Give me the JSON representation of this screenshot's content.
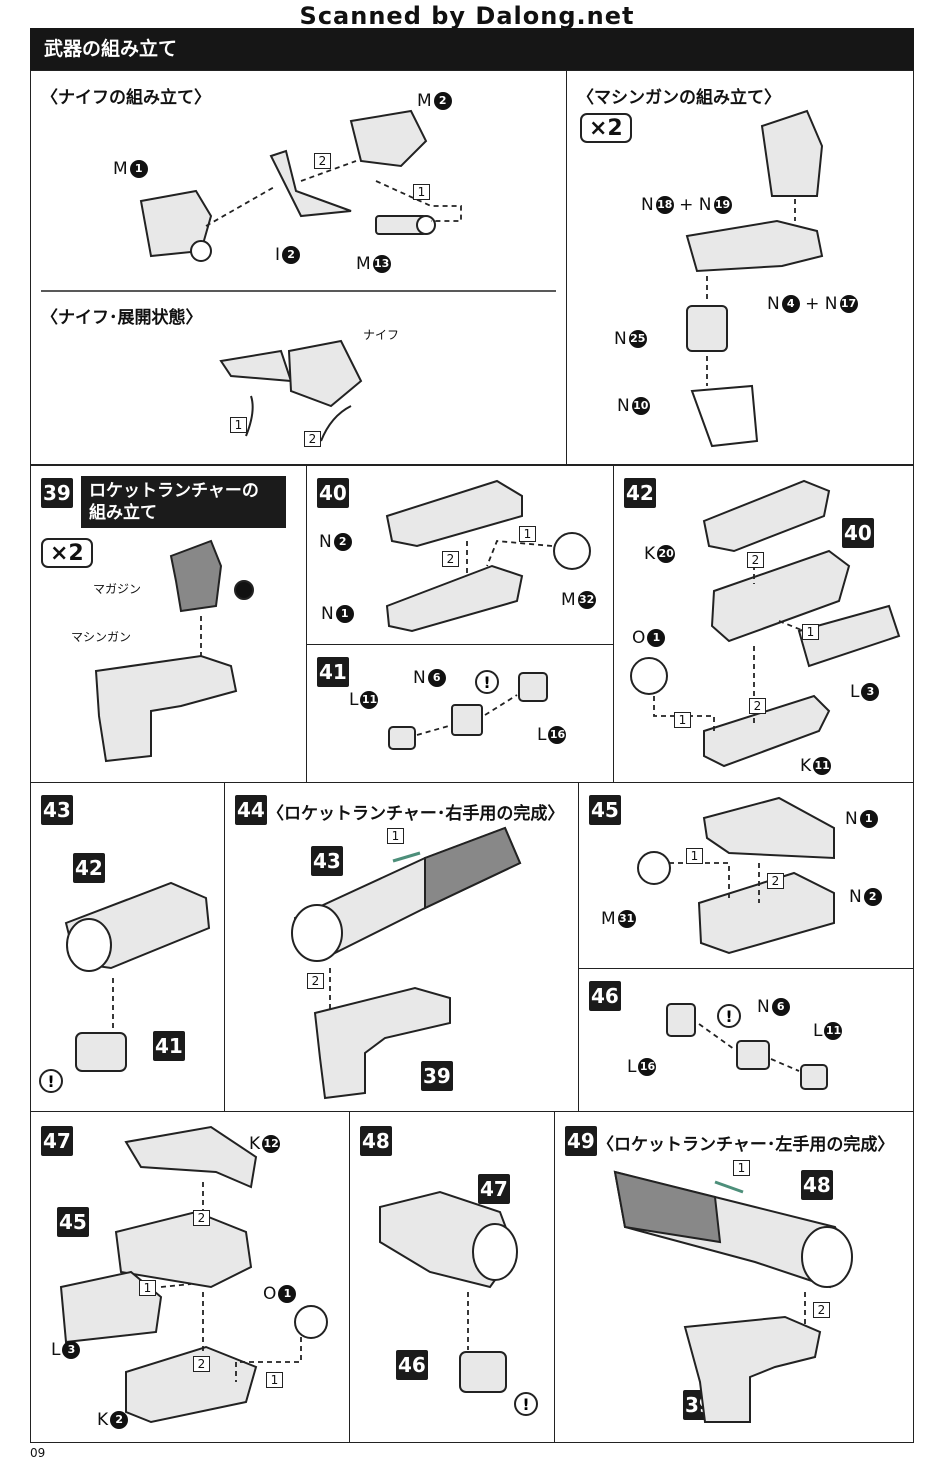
{
  "watermark": "Scanned by Dalong.net",
  "header": {
    "title": "武器の組み立て"
  },
  "knife": {
    "title": "〈ナイフの組み立て〉",
    "labels": [
      "M",
      "M",
      "I",
      "M"
    ],
    "nums": [
      "1",
      "2",
      "2",
      "13"
    ],
    "steps": [
      "2",
      "1"
    ]
  },
  "knife_open": {
    "title": "〈ナイフ･展開状態〉",
    "part_label": "ナイフ",
    "steps": [
      "1",
      "2"
    ]
  },
  "mg": {
    "title": "〈マシンガンの組み立て〉",
    "multiplier": "×2",
    "labels": [
      "N",
      "+",
      "N",
      "N",
      "+",
      "N",
      "N",
      "N"
    ],
    "nums": [
      "18",
      "19",
      "4",
      "17",
      "25",
      "10"
    ]
  },
  "s39": {
    "num": "39",
    "title": "ロケットランチャーの\n組み立て",
    "multiplier": "×2",
    "magazine": "マガジン",
    "machinegun": "マシンガン"
  },
  "s40": {
    "num": "40",
    "labels": [
      "N",
      "N",
      "M"
    ],
    "nums": [
      "2",
      "1",
      "32"
    ],
    "steps": [
      "2",
      "1"
    ]
  },
  "s41": {
    "num": "41",
    "labels": [
      "L",
      "N",
      "L"
    ],
    "nums": [
      "11",
      "6",
      "16"
    ]
  },
  "s42": {
    "num": "42",
    "ref": "40",
    "labels": [
      "K",
      "O",
      "L",
      "K"
    ],
    "nums": [
      "20",
      "1",
      "3",
      "11"
    ],
    "steps": [
      "2",
      "1",
      "1",
      "2"
    ]
  },
  "s43": {
    "num": "43",
    "ref1": "42",
    "ref2": "41"
  },
  "s44": {
    "num": "44",
    "title": "〈ロケットランチャー･右手用の完成〉",
    "ref1": "43",
    "ref2": "39",
    "steps": [
      "1",
      "2"
    ]
  },
  "s45": {
    "num": "45",
    "labels": [
      "N",
      "M",
      "N"
    ],
    "nums": [
      "1",
      "31",
      "2"
    ],
    "steps": [
      "1",
      "2"
    ]
  },
  "s46": {
    "num": "46",
    "labels": [
      "N",
      "L",
      "L"
    ],
    "nums": [
      "6",
      "11",
      "16"
    ]
  },
  "s47": {
    "num": "47",
    "ref": "45",
    "labels": [
      "K",
      "O",
      "L",
      "K"
    ],
    "nums": [
      "12",
      "1",
      "3",
      "2"
    ],
    "steps": [
      "2",
      "1",
      "2",
      "1"
    ]
  },
  "s48": {
    "num": "48",
    "ref1": "47",
    "ref2": "46"
  },
  "s49": {
    "num": "49",
    "title": "〈ロケットランチャー･左手用の完成〉",
    "ref1": "48",
    "ref2": "39",
    "steps": [
      "1",
      "2"
    ]
  },
  "page_number": "09",
  "colors": {
    "ink": "#1b1b1b",
    "part_fill": "#e6e6e6",
    "part_dark": "#777777"
  }
}
